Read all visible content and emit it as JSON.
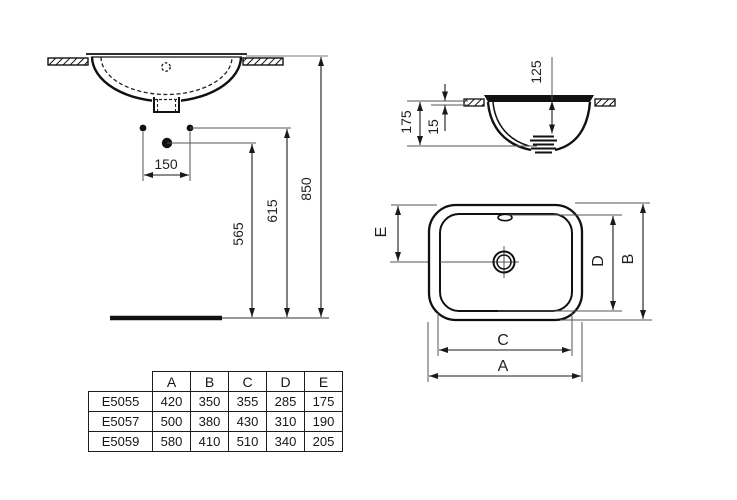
{
  "front_view": {
    "faucet_hole_spacing": "150",
    "trap_outlet_height": "565",
    "supply_height": "615",
    "rim_height": "850"
  },
  "side_view": {
    "total_height": "175",
    "rim_drop": "15",
    "bowl_depth": "125"
  },
  "plan_view": {
    "overall_width_label": "A",
    "overall_depth_label": "B",
    "bowl_width_label": "C",
    "bowl_depth_label": "D",
    "center_offset_label": "E"
  },
  "table": {
    "columns": [
      "A",
      "B",
      "C",
      "D",
      "E"
    ],
    "rows": [
      {
        "model": "E5055",
        "values": [
          "420",
          "350",
          "355",
          "285",
          "175"
        ]
      },
      {
        "model": "E5057",
        "values": [
          "500",
          "380",
          "430",
          "310",
          "190"
        ]
      },
      {
        "model": "E5059",
        "values": [
          "580",
          "410",
          "510",
          "340",
          "205"
        ]
      }
    ]
  },
  "colors": {
    "line": "#1a1a1a",
    "thin_line": "#777777",
    "background": "#ffffff"
  }
}
